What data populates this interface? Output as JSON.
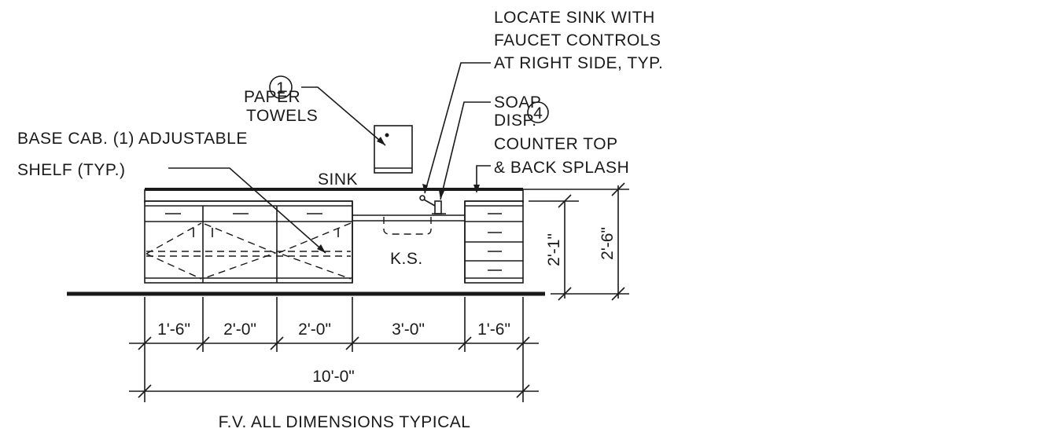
{
  "notes": {
    "sink_line1": "LOCATE SINK WITH",
    "sink_line2": "FAUCET CONTROLS",
    "sink_line3": "AT RIGHT SIDE, TYP.",
    "paper_line1": "PAPER",
    "paper_line2": "TOWELS",
    "paper_tag": "1",
    "soap_line1": "SOAP",
    "soap_line2": "DISP.",
    "soap_tag": "4",
    "counter_line1": "COUNTER TOP",
    "counter_line2": "& BACK SPLASH",
    "shelf_line1": "BASE CAB. (1) ADJUSTABLE",
    "shelf_line2": "SHELF (TYP.)",
    "sink": "SINK",
    "ks": "K.S."
  },
  "dimensions": {
    "seg1": "1'-6\"",
    "seg2": "2'-0\"",
    "seg3": "2'-0\"",
    "seg4": "3'-0\"",
    "seg5": "1'-6\"",
    "overall": "10'-0\"",
    "counter_height": "2'-1\"",
    "backsplash_height": "2'-6\""
  },
  "caption": "F.V. ALL DIMENSIONS TYPICAL"
}
